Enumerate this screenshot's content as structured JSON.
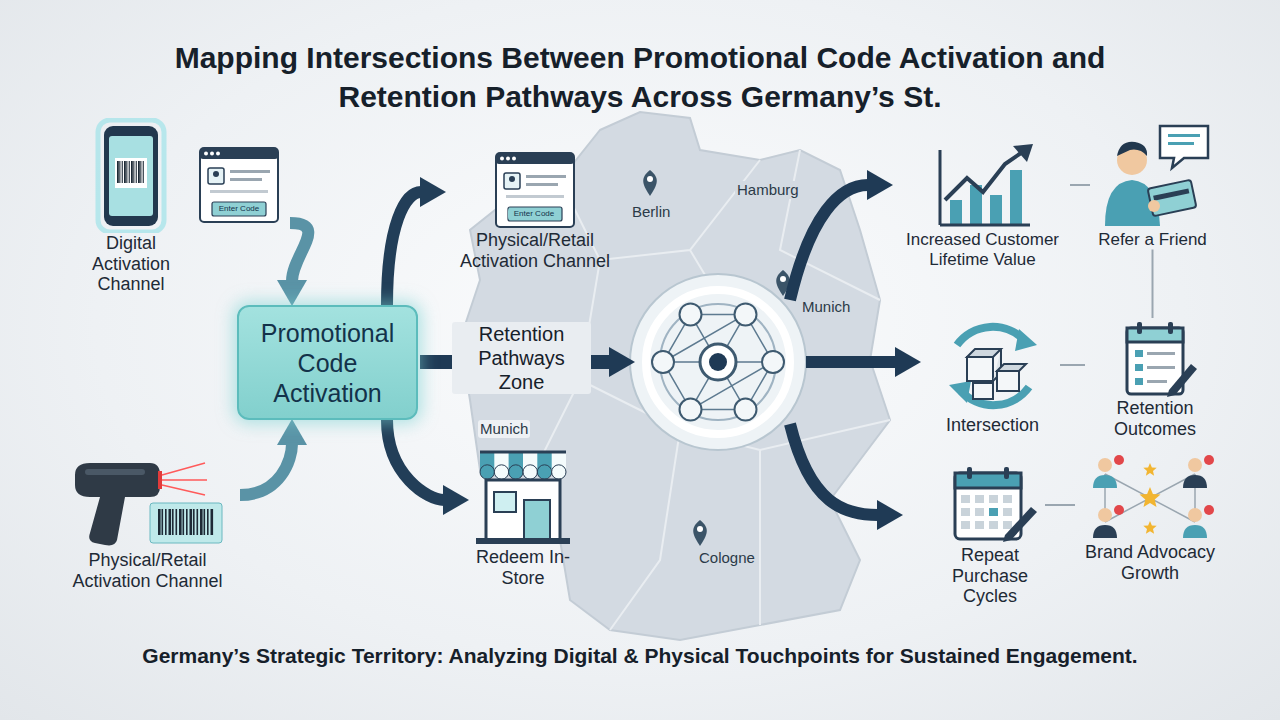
{
  "diagram": {
    "title": "Mapping Intersections Between Promotional Code Activation and Retention Pathways Across Germany’s St.",
    "caption": "Germany’s Strategic Territory: Analyzing Digital & Physical Touchpoints for Sustained Engagement.",
    "nodes": [
      {
        "text": [
          "Digital Activation Channel"
        ]
      },
      {
        "text": [
          "Physical/Retail Activation Channel"
        ]
      },
      {
        "text": [
          "Promotional Code Activation"
        ]
      },
      {
        "text": [
          "Physical/Retail Activation Channel"
        ]
      },
      {
        "text": [
          "Redeem In-Store"
        ]
      },
      {
        "text": [
          "Increased Customer Lifetime Value"
        ]
      },
      {
        "text": [
          "Refer a Friend"
        ]
      },
      {
        "text": [
          "Intersection"
        ]
      },
      {
        "text": [
          "Retention Outcomes"
        ]
      },
      {
        "text": [
          "Repeat Purchase Cycles"
        ]
      },
      {
        "text": [
          "Brand Advocacy Growth"
        ]
      }
    ],
    "edges": [
      {
        "from": 0,
        "to": 2,
        "arrow": "to"
      },
      {
        "from": 1,
        "to": 2,
        "arrow": "to"
      },
      {
        "from": 2,
        "to": 3,
        "arrow": "to"
      },
      {
        "from": 2,
        "to": 4,
        "arrow": "to"
      },
      {
        "from": 5,
        "to": 6,
        "arrow": "none"
      },
      {
        "from": 6,
        "to": 8,
        "arrow": "none"
      },
      {
        "from": 7,
        "to": 8,
        "arrow": "none"
      },
      {
        "from": 9,
        "to": 10,
        "arrow": "none"
      }
    ],
    "labels": [
      "Enter Code",
      "Berlin",
      "Enter Code",
      "Hamburg",
      "Munich",
      "Retention Pathways Zone",
      "Munich",
      "Cologne"
    ]
  }
}
